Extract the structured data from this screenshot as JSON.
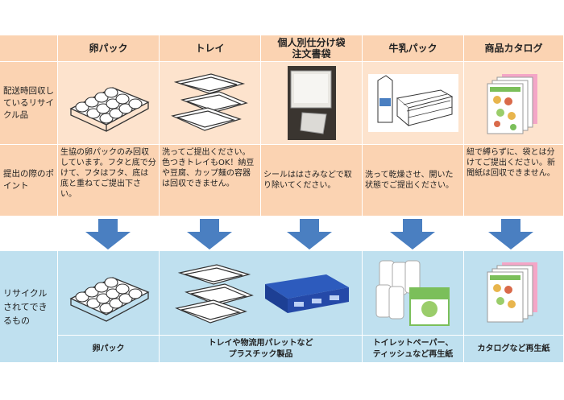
{
  "header": {
    "items": [
      {
        "label": "卵パック"
      },
      {
        "label": "トレイ"
      },
      {
        "label_line1": "個人別仕分け袋",
        "label_line2": "注文書袋"
      },
      {
        "label": "牛乳パック"
      },
      {
        "label": "商品カタログ"
      }
    ]
  },
  "rows": {
    "recycle_items_label": "配送時回収しているリサイクル品",
    "points_label": "提出の際のポイント",
    "result_label": "リサイクルされてできるもの"
  },
  "points": [
    "生協の卵パックのみ回収しています。フタと底で分けて、フタはフタ、底は底と重ねてご提出下さい。",
    "洗ってご提出ください。色つきトレイもOK！納豆や豆腐、カップ麺の容器は回収できません。",
    "シールははさみなどで取り除いてください。",
    "洗って乾燥させ、開いた状態でご提出ください。",
    "紐で縛らずに、袋とは分けてご提出ください。新聞紙は回収できません。"
  ],
  "results": {
    "egg": "卵パック",
    "plastic_line1": "トレイや物流用パレットなど",
    "plastic_line2": "プラスチック製品",
    "paper_line1": "トイレットペーパー、",
    "paper_line2": "ティッシュなど再生紙",
    "catalog": "カタログなど再生紙"
  },
  "colors": {
    "peach": "#fbd3b2",
    "blue": "#bfe0ef",
    "arrow": "#4a7fc1"
  }
}
